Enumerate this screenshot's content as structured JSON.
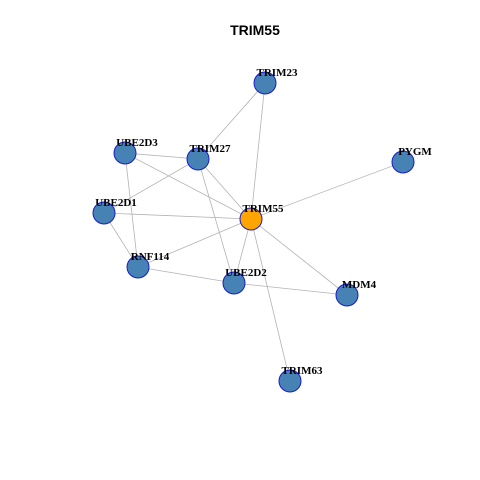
{
  "title": "TRIM55",
  "colors": {
    "center_node": "#FFA500",
    "node": "#4682B4",
    "node_border": "#1A1ACC",
    "edge": "#B3B3B3"
  },
  "nodes": [
    {
      "id": "TRIM23",
      "label": "TRIM23",
      "center": false
    },
    {
      "id": "UBE2D3",
      "label": "UBE2D3",
      "center": false
    },
    {
      "id": "TRIM27",
      "label": "TRIM27",
      "center": false
    },
    {
      "id": "PYGM",
      "label": "PYGM",
      "center": false
    },
    {
      "id": "UBE2D1",
      "label": "UBE2D1",
      "center": false
    },
    {
      "id": "TRIM55",
      "label": "TRIM55",
      "center": true
    },
    {
      "id": "RNF114",
      "label": "RNF114",
      "center": false
    },
    {
      "id": "UBE2D2",
      "label": "UBE2D2",
      "center": false
    },
    {
      "id": "MDM4",
      "label": "MDM4",
      "center": false
    },
    {
      "id": "TRIM63",
      "label": "TRIM63",
      "center": false
    }
  ],
  "edges": [
    [
      "TRIM55",
      "TRIM23"
    ],
    [
      "TRIM55",
      "PYGM"
    ],
    [
      "TRIM55",
      "UBE2D3"
    ],
    [
      "TRIM55",
      "TRIM27"
    ],
    [
      "TRIM55",
      "UBE2D1"
    ],
    [
      "TRIM55",
      "RNF114"
    ],
    [
      "TRIM55",
      "UBE2D2"
    ],
    [
      "TRIM55",
      "MDM4"
    ],
    [
      "TRIM55",
      "TRIM63"
    ],
    [
      "TRIM23",
      "TRIM27"
    ],
    [
      "UBE2D3",
      "TRIM27"
    ],
    [
      "UBE2D3",
      "RNF114"
    ],
    [
      "TRIM27",
      "UBE2D1"
    ],
    [
      "TRIM27",
      "UBE2D2"
    ],
    [
      "UBE2D1",
      "RNF114"
    ],
    [
      "RNF114",
      "UBE2D2"
    ],
    [
      "UBE2D2",
      "MDM4"
    ]
  ]
}
